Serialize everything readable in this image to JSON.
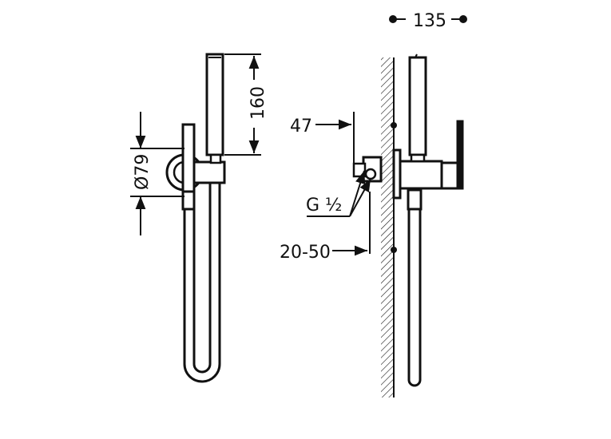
{
  "colors": {
    "ink": "#111111",
    "background": "#ffffff"
  },
  "dimensions": {
    "width_total": "135",
    "hose_handle_height": "160",
    "diameter": "Ø79",
    "wall_to_valve": "47",
    "thread": "G ½",
    "recess_depth": "20-50"
  }
}
